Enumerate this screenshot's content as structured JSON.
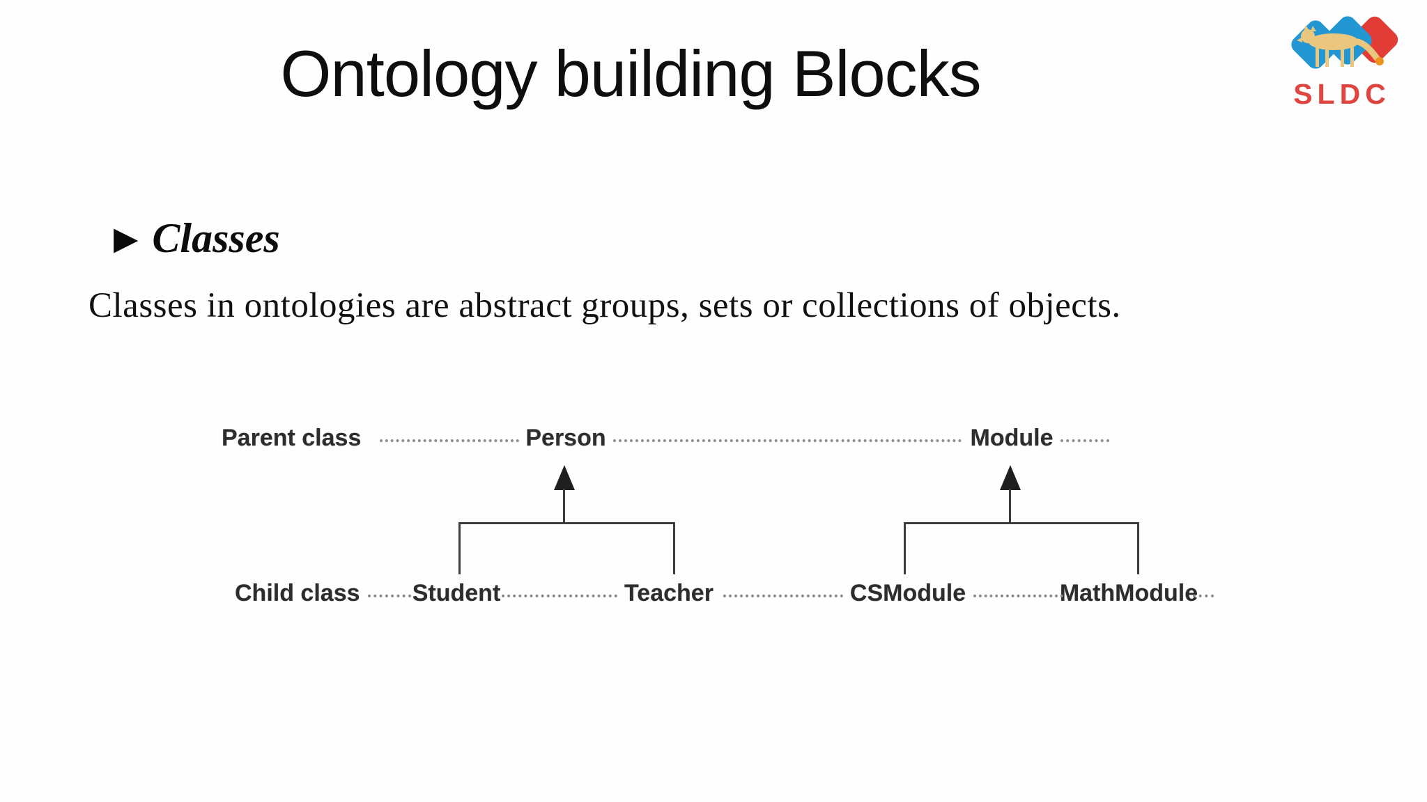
{
  "slide": {
    "title": "Ontology building Blocks",
    "bullet_marker": "▶",
    "bullet_label": "Classes",
    "body_text": "Classes in ontologies are abstract groups, sets or collections of objects."
  },
  "logo": {
    "text": "SLDC",
    "colors": {
      "diamond_blue": "#2397d3",
      "diamond_red": "#e23c36",
      "animal_tan": "#ebc67e",
      "tail_tip_orange": "#f0921e",
      "wordmark_red": "#e0463f"
    }
  },
  "diagram": {
    "parent_row_label": "Parent class",
    "child_row_label": "Child class",
    "trees": [
      {
        "parent": "Person",
        "children": [
          "Student",
          "Teacher"
        ]
      },
      {
        "parent": "Module",
        "children": [
          "CSModule",
          "MathModule"
        ]
      }
    ]
  }
}
